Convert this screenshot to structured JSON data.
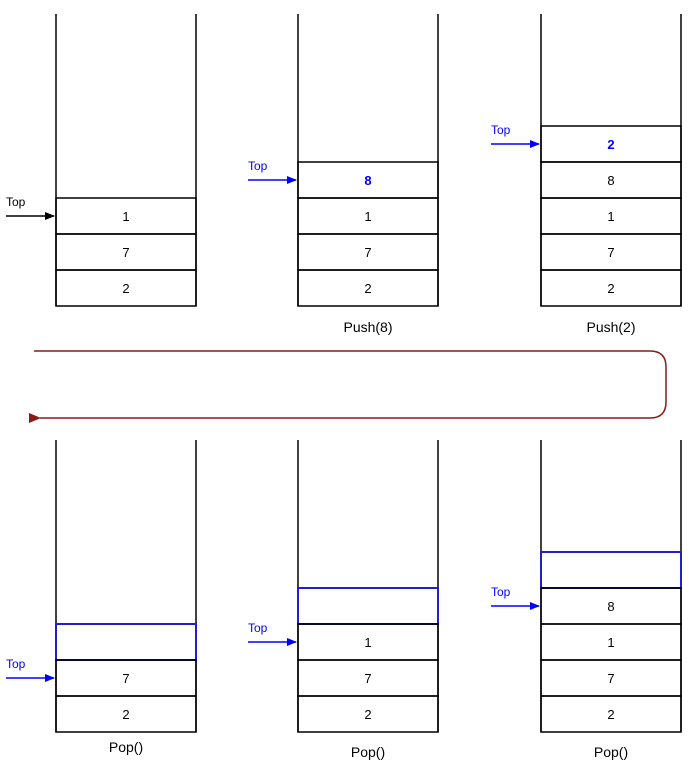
{
  "colors": {
    "stack_line": "#000000",
    "pointer_initial": "#000000",
    "pointer_active": "#0000ff",
    "highlight_box": "#1f1fd0",
    "flow_arrow": "#8b1a1a",
    "pushed_value": "#0000ff",
    "value_text": "#000000"
  },
  "top_label": "Top",
  "stacks": [
    {
      "id": "initial",
      "caption": "",
      "values": [
        "1",
        "7",
        "2"
      ],
      "new_value": "",
      "pointer_color": "#000000",
      "emptied": false
    },
    {
      "id": "push-8",
      "caption": "Push(8)",
      "values": [
        "8",
        "1",
        "7",
        "2"
      ],
      "new_value": "8",
      "pointer_color": "#0000ff",
      "emptied": false
    },
    {
      "id": "push-2",
      "caption": "Push(2)",
      "values": [
        "2",
        "8",
        "1",
        "7",
        "2"
      ],
      "new_value": "2",
      "pointer_color": "#0000ff",
      "emptied": false
    },
    {
      "id": "pop-1",
      "caption": "Pop()",
      "values": [
        "",
        "8",
        "1",
        "7",
        "2"
      ],
      "new_value": "",
      "pointer_color": "#0000ff",
      "emptied": true
    },
    {
      "id": "pop-2",
      "caption": "Pop()",
      "values": [
        "",
        "1",
        "7",
        "2"
      ],
      "new_value": "",
      "pointer_color": "#0000ff",
      "emptied": true
    },
    {
      "id": "pop-3",
      "caption": "Pop()",
      "values": [
        "",
        "7",
        "2"
      ],
      "new_value": "",
      "pointer_color": "#0000ff",
      "emptied": true
    }
  ]
}
